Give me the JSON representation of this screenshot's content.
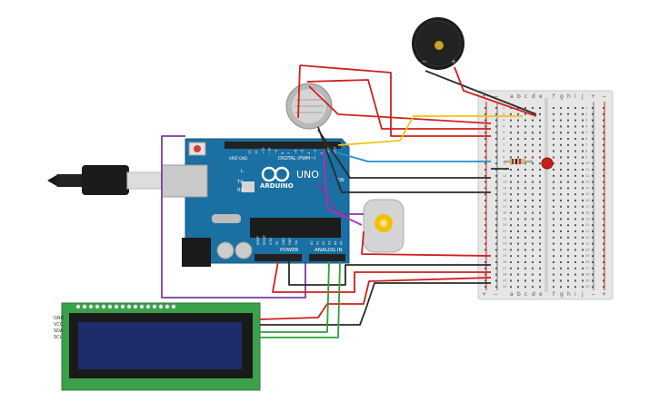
{
  "arduino": {
    "brand": "ARDUINO",
    "model": "UNO",
    "header_digital": "DIGITAL (PWM~)",
    "header_power": "POWER",
    "header_analog": "ANALOG IN",
    "label_tx": "TX",
    "label_rx": "RX",
    "label_on": "ON",
    "label_l": "L",
    "label_aref": "AREF",
    "label_gnd": "GND",
    "pins_power": [
      "IOREF",
      "RESET",
      "3.3V",
      "5V",
      "GND",
      "GND",
      "Vin"
    ],
    "pins_analog": [
      "A0",
      "A1",
      "A2",
      "A3",
      "A4",
      "A5"
    ],
    "pins_digital": [
      "13",
      "12",
      "~11",
      "~10",
      "~9",
      "8",
      "7",
      "~6",
      "~5",
      "4",
      "~3",
      "2",
      "TX 1",
      "RX 0"
    ]
  },
  "lcd": {
    "pins": [
      "GND",
      "VCC",
      "SDA",
      "SCL"
    ]
  },
  "buzzer": {
    "minus": "−",
    "plus": "+"
  },
  "breadboard": {
    "cols_left": [
      "a",
      "b",
      "c",
      "d",
      "e"
    ],
    "cols_right": [
      "f",
      "g",
      "h",
      "i",
      "j"
    ],
    "rail_minus": "−",
    "rail_plus": "+",
    "row_numbers": [
      "1",
      "2",
      "3",
      "4",
      "5",
      "6",
      "7",
      "8",
      "9",
      "10",
      "11",
      "12",
      "13",
      "14",
      "15",
      "16",
      "17",
      "18",
      "19",
      "20",
      "21",
      "22",
      "23",
      "24",
      "25",
      "26",
      "27",
      "28",
      "29",
      "30"
    ]
  },
  "colors": {
    "arduino_board": "#1a6fa3",
    "lcd_pcb": "#3aa14a",
    "lcd_screen": "#1e2c6b",
    "breadboard": "#e8e8e8",
    "wire_red": "#d01f1f",
    "wire_black": "#2a2a2a",
    "wire_yellow": "#f0c419",
    "wire_blue": "#1e90c8",
    "wire_purple": "#7a3aa0",
    "wire_green": "#2aa23a",
    "wire_magenta": "#b030b0"
  }
}
